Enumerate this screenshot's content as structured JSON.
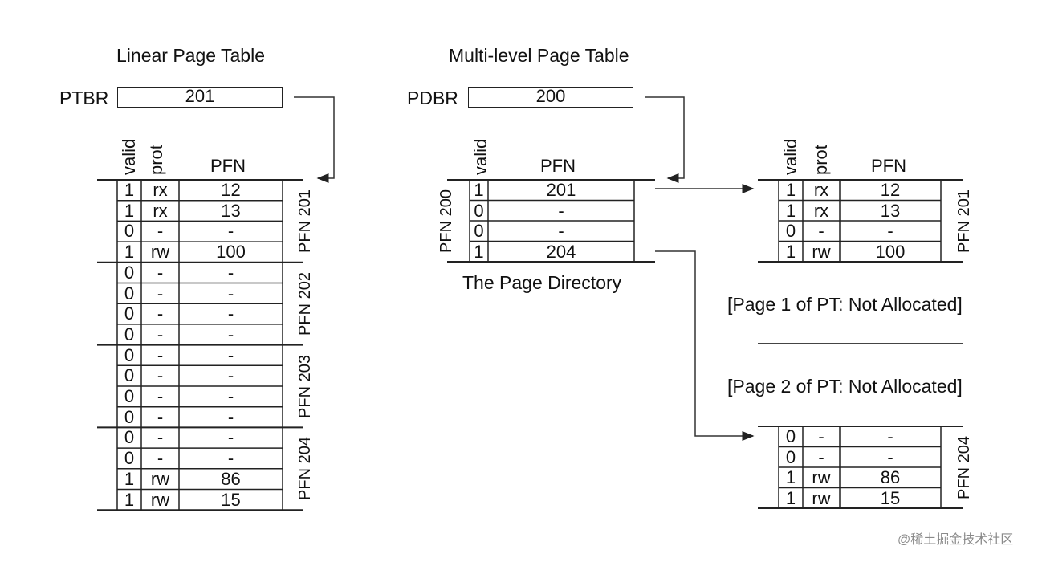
{
  "linear": {
    "title": "Linear Page Table",
    "register_label": "PTBR",
    "register_value": "201",
    "headers": {
      "valid": "valid",
      "prot": "prot",
      "pfn": "PFN"
    },
    "groups": [
      {
        "label": "PFN 201",
        "rows": [
          [
            "1",
            "rx",
            "12"
          ],
          [
            "1",
            "rx",
            "13"
          ],
          [
            "0",
            "-",
            "-"
          ],
          [
            "1",
            "rw",
            "100"
          ]
        ]
      },
      {
        "label": "PFN 202",
        "rows": [
          [
            "0",
            "-",
            "-"
          ],
          [
            "0",
            "-",
            "-"
          ],
          [
            "0",
            "-",
            "-"
          ],
          [
            "0",
            "-",
            "-"
          ]
        ]
      },
      {
        "label": "PFN 203",
        "rows": [
          [
            "0",
            "-",
            "-"
          ],
          [
            "0",
            "-",
            "-"
          ],
          [
            "0",
            "-",
            "-"
          ],
          [
            "0",
            "-",
            "-"
          ]
        ]
      },
      {
        "label": "PFN 204",
        "rows": [
          [
            "0",
            "-",
            "-"
          ],
          [
            "0",
            "-",
            "-"
          ],
          [
            "1",
            "rw",
            "86"
          ],
          [
            "1",
            "rw",
            "15"
          ]
        ]
      }
    ]
  },
  "multilevel": {
    "title": "Multi-level Page Table",
    "register_label": "PDBR",
    "register_value": "200",
    "directory": {
      "label": "PFN 200",
      "headers": {
        "valid": "valid",
        "pfn": "PFN"
      },
      "rows": [
        [
          "1",
          "201"
        ],
        [
          "0",
          "-"
        ],
        [
          "0",
          "-"
        ],
        [
          "1",
          "204"
        ]
      ],
      "caption": "The Page Directory"
    },
    "page_201": {
      "label": "PFN 201",
      "headers": {
        "valid": "valid",
        "prot": "prot",
        "pfn": "PFN"
      },
      "rows": [
        [
          "1",
          "rx",
          "12"
        ],
        [
          "1",
          "rx",
          "13"
        ],
        [
          "0",
          "-",
          "-"
        ],
        [
          "1",
          "rw",
          "100"
        ]
      ]
    },
    "note_page1": "[Page 1 of PT: Not Allocated]",
    "note_page2": "[Page 2 of PT: Not Allocated]",
    "page_204": {
      "label": "PFN 204",
      "rows": [
        [
          "0",
          "-",
          "-"
        ],
        [
          "0",
          "-",
          "-"
        ],
        [
          "1",
          "rw",
          "86"
        ],
        [
          "1",
          "rw",
          "15"
        ]
      ]
    }
  },
  "watermark": "@稀土掘金技术社区"
}
